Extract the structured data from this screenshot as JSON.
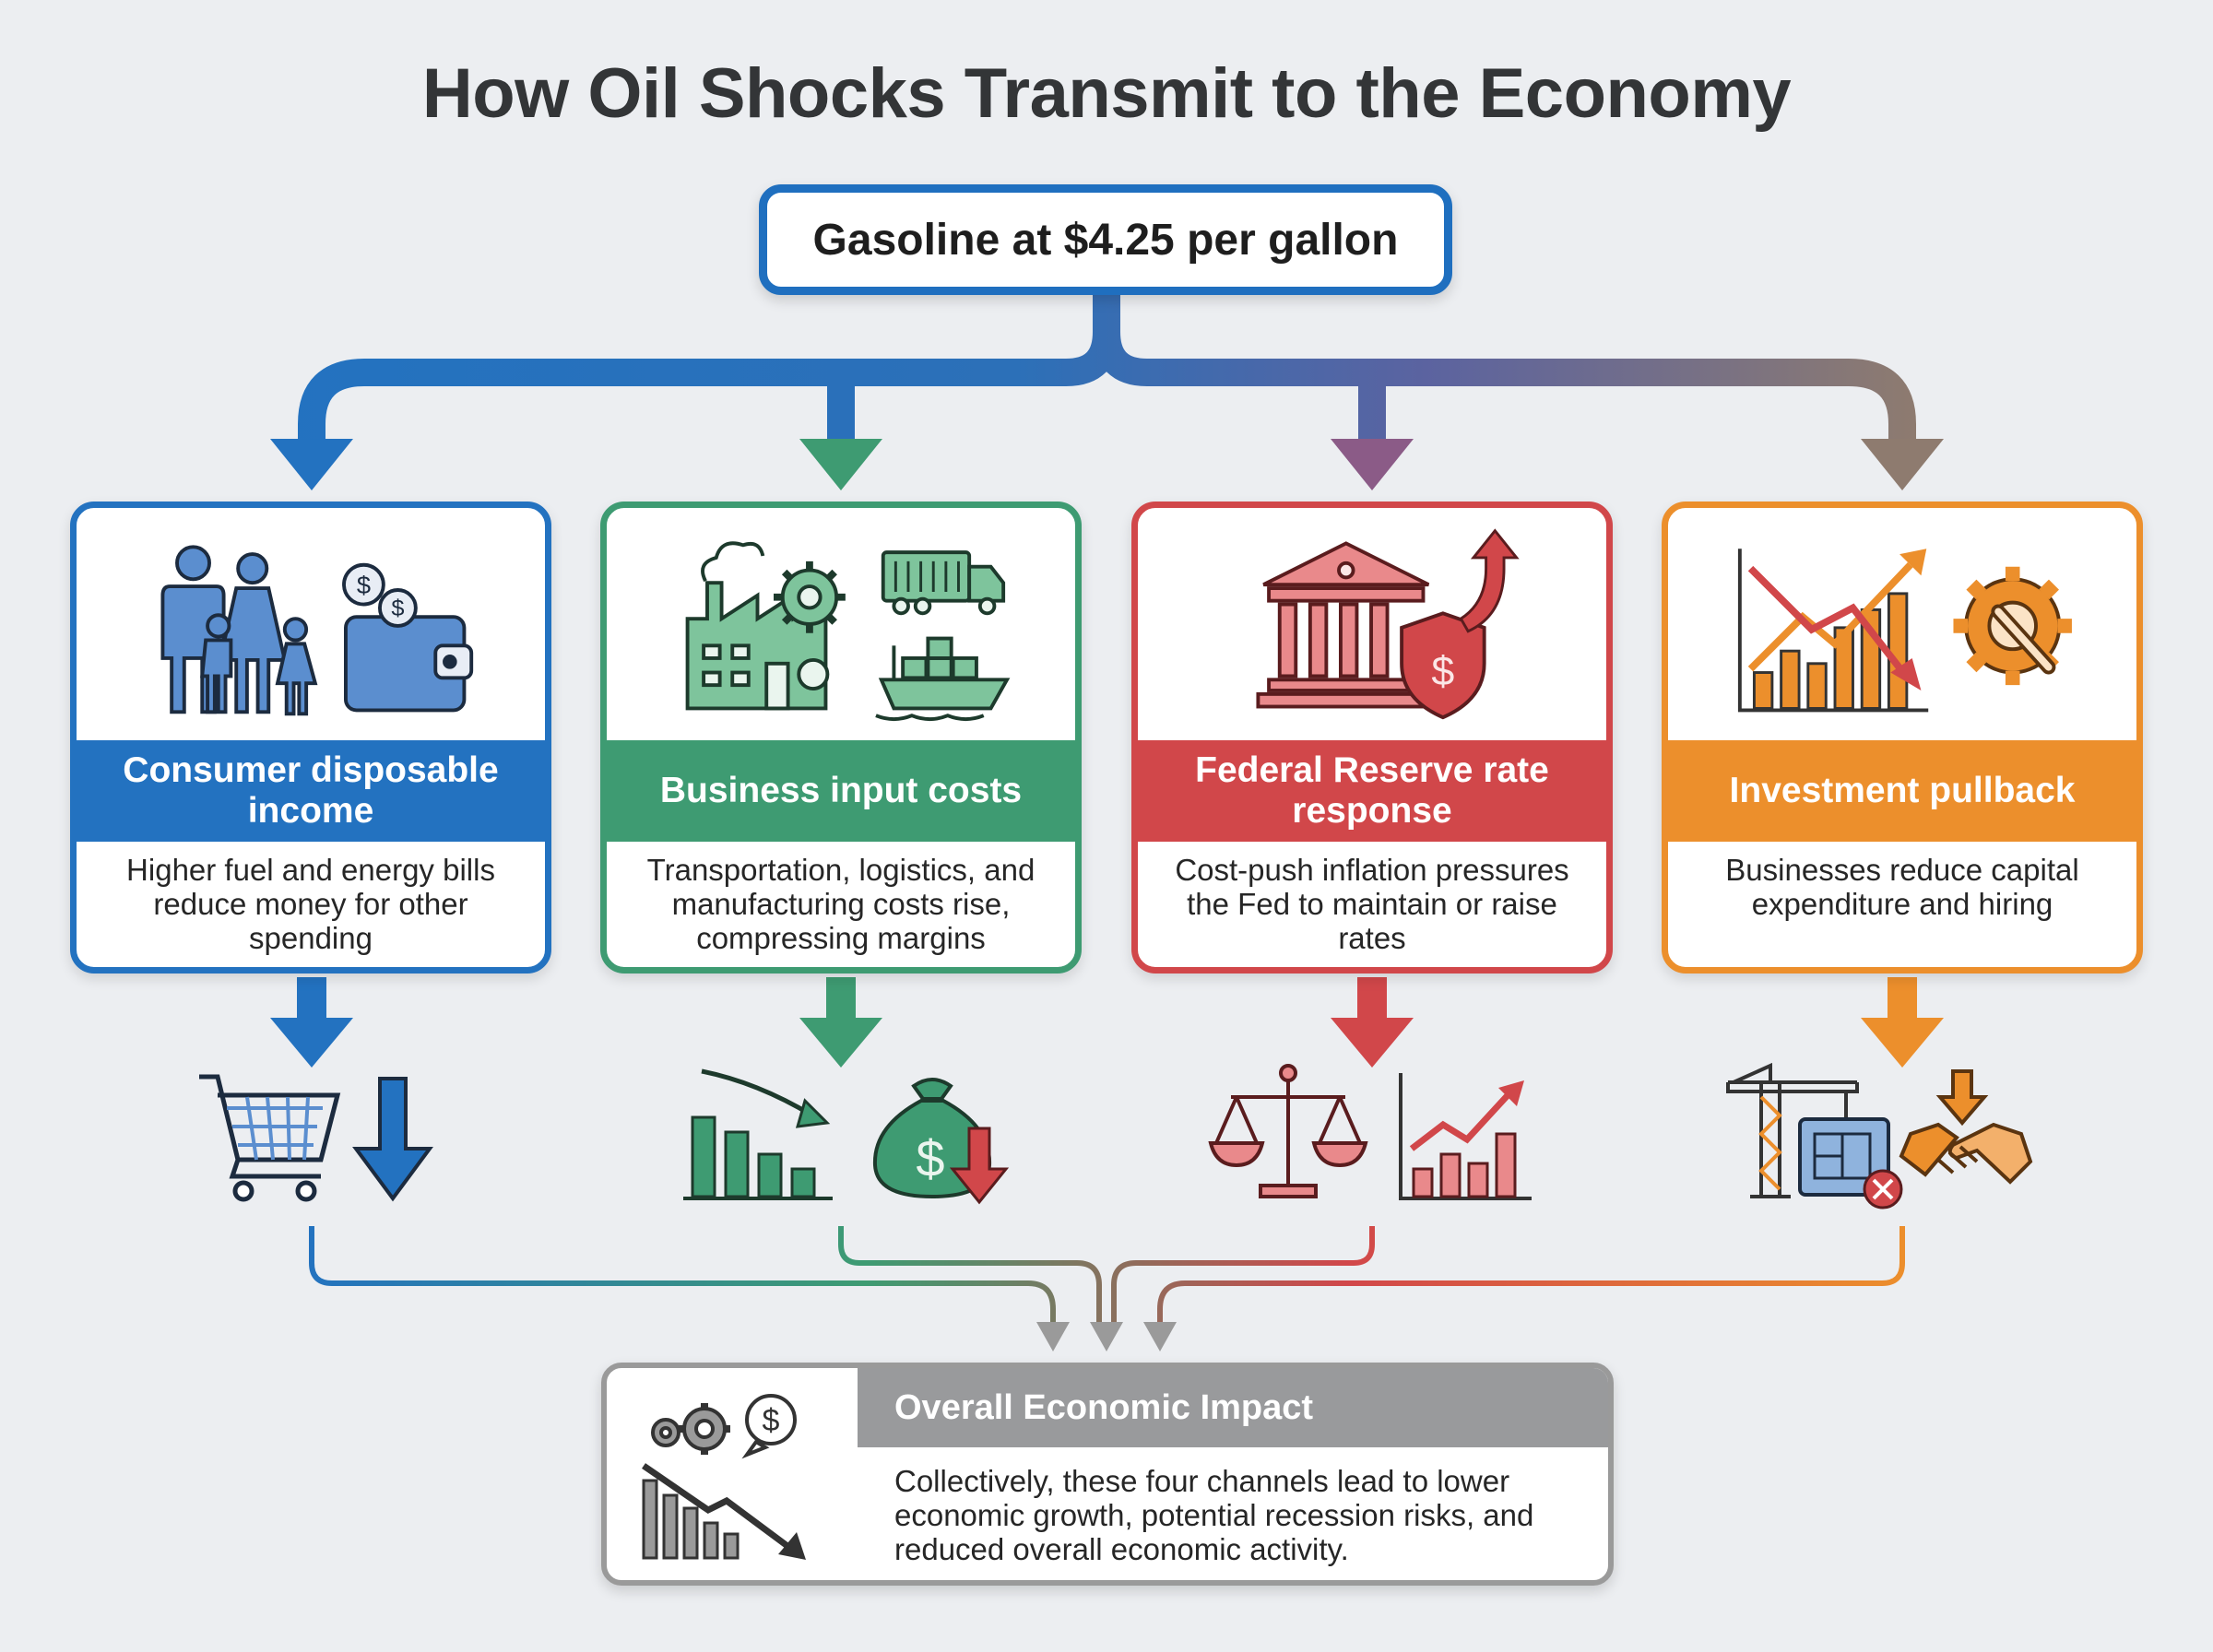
{
  "title": "How Oil Shocks Transmit to the Economy",
  "source": {
    "label": "Gasoline at $4.25 per gallon"
  },
  "channels": [
    {
      "title": "Consumer disposable income",
      "description": "Higher fuel and energy bills reduce money for other spending",
      "color": "#2372c0",
      "icons": [
        "family-icon",
        "wallet-icon",
        "shopping-cart-icon",
        "down-arrow-icon"
      ]
    },
    {
      "title": "Business input costs",
      "description": "Transportation, logistics, and manufacturing costs rise, compressing margins",
      "color": "#3e9b72",
      "icons": [
        "factory-icon",
        "gear-icon",
        "truck-icon",
        "cargo-ship-icon",
        "declining-bar-chart-icon",
        "money-bag-icon"
      ]
    },
    {
      "title": "Federal Reserve rate response",
      "description": "Cost-push inflation pressures the Fed to maintain or raise rates",
      "color": "#d1474a",
      "icons": [
        "bank-building-icon",
        "shield-dollar-icon",
        "up-arrow-icon",
        "balance-scale-icon",
        "rising-bar-chart-icon"
      ]
    },
    {
      "title": "Investment pullback",
      "description": "Businesses reduce capital expenditure and hiring",
      "color": "#ec8f2c",
      "icons": [
        "trend-chart-icon",
        "gear-wrench-icon",
        "construction-crane-icon",
        "blueprint-icon",
        "handshake-icon"
      ]
    }
  ],
  "impact": {
    "title": "Overall Economic Impact",
    "description": "Collectively, these four channels lead to lower economic growth, potential recession risks, and reduced overall economic activity.",
    "color": "#999a9c",
    "icons": [
      "gears-decline-icon"
    ]
  }
}
